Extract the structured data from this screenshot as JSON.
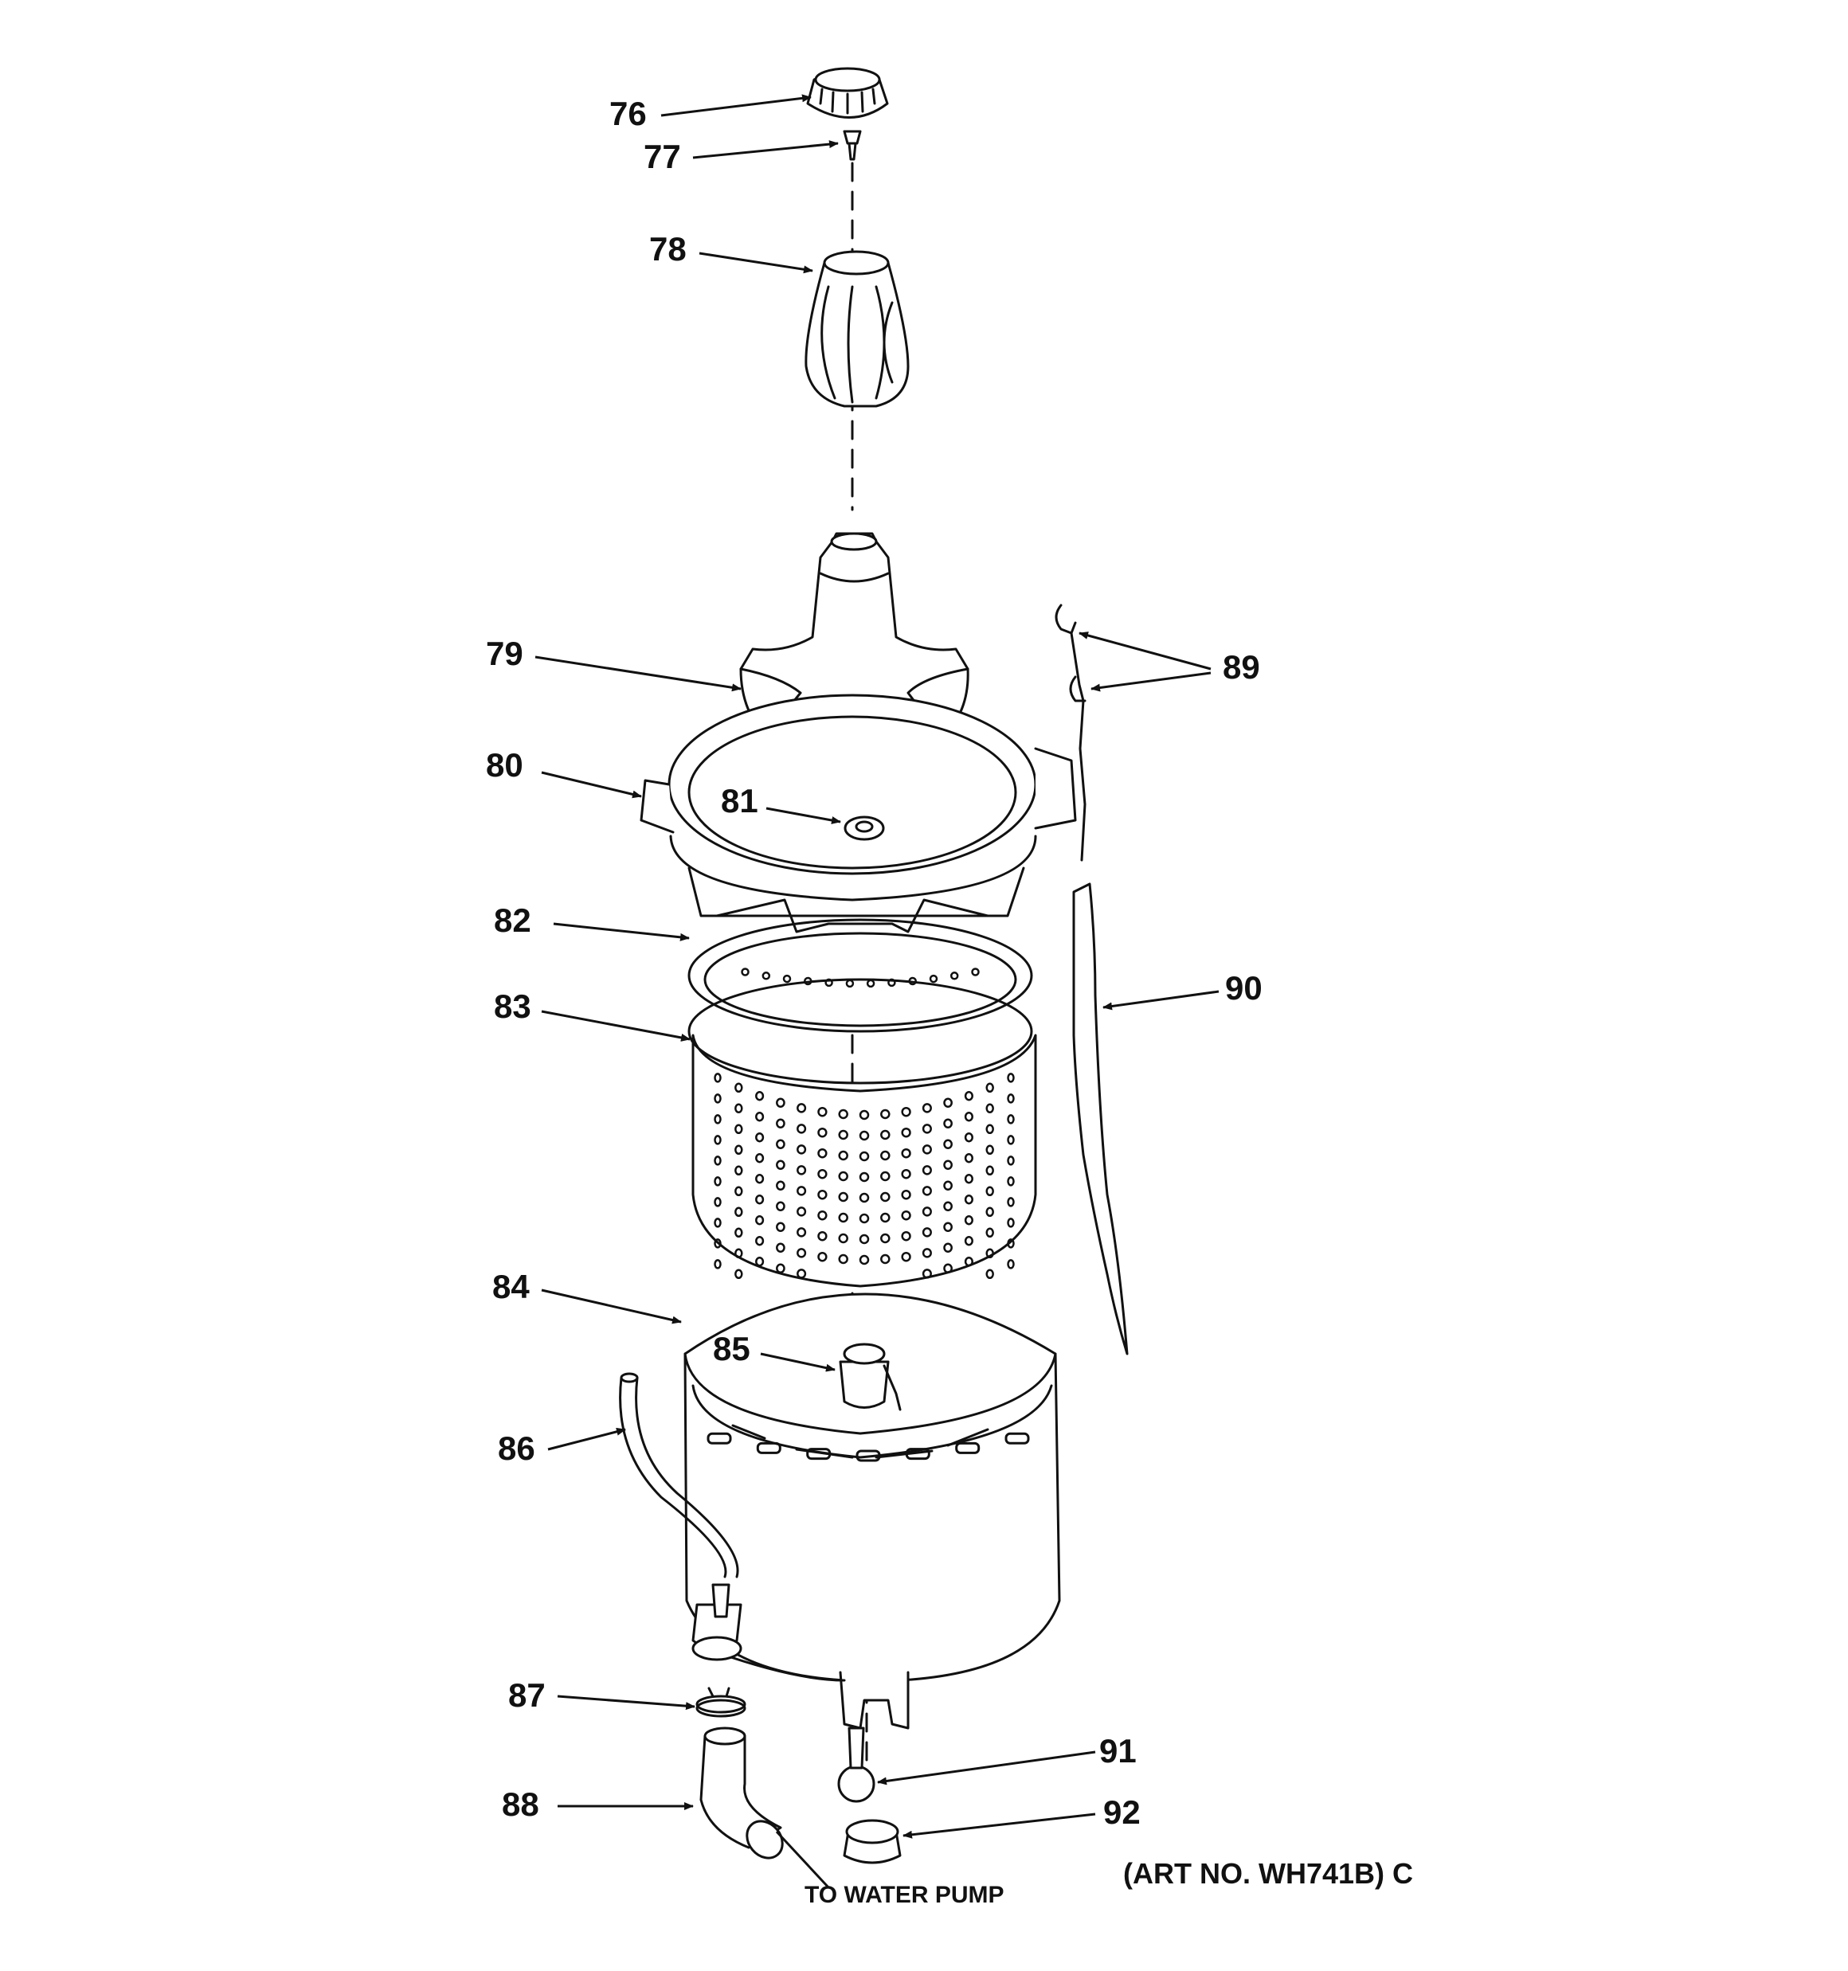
{
  "parts": [
    {
      "id": "76",
      "label": "76"
    },
    {
      "id": "77",
      "label": "77"
    },
    {
      "id": "78",
      "label": "78"
    },
    {
      "id": "79",
      "label": "79"
    },
    {
      "id": "80",
      "label": "80"
    },
    {
      "id": "81",
      "label": "81"
    },
    {
      "id": "82",
      "label": "82"
    },
    {
      "id": "83",
      "label": "83"
    },
    {
      "id": "84",
      "label": "84"
    },
    {
      "id": "85",
      "label": "85"
    },
    {
      "id": "86",
      "label": "86"
    },
    {
      "id": "87",
      "label": "87"
    },
    {
      "id": "88",
      "label": "88"
    },
    {
      "id": "89",
      "label": "89"
    },
    {
      "id": "90",
      "label": "90"
    },
    {
      "id": "91",
      "label": "91"
    },
    {
      "id": "92",
      "label": "92"
    }
  ],
  "notes": {
    "to_water_pump": "TO WATER PUMP",
    "art_number": "(ART NO. WH741B) C"
  }
}
